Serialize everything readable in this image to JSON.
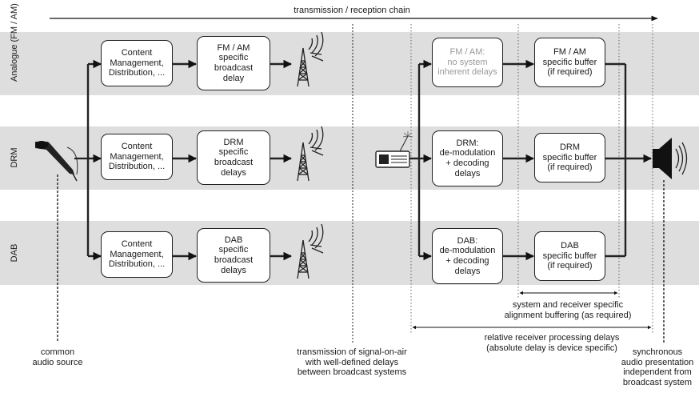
{
  "chain_label": "transmission / reception chain",
  "rows": [
    {
      "label": "Analogue\n(FM / AM)",
      "content_box": "Content\nManagement,\nDistribution, ...",
      "broadcast_box": "FM / AM\nspecific\nbroadcast\ndelay",
      "receiver_box": "FM / AM:\nno system\ninherent delays",
      "buffer_box": "FM / AM\nspecific buffer\n(if required)"
    },
    {
      "label": "DRM",
      "content_box": "Content\nManagement,\nDistribution, ...",
      "broadcast_box": "DRM\nspecific\nbroadcast\ndelays",
      "receiver_box": "DRM:\nde-modulation\n+ decoding\ndelays",
      "buffer_box": "DRM\nspecific buffer\n(if required)"
    },
    {
      "label": "DAB",
      "content_box": "Content\nManagement,\nDistribution, ...",
      "broadcast_box": "DAB\nspecific\nbroadcast\ndelays",
      "receiver_box": "DAB:\nde-modulation\n+ decoding\ndelays",
      "buffer_box": "DAB\nspecific buffer\n(if required)"
    }
  ],
  "annotations": {
    "alignment_buffering": "system and receiver specific\nalignment buffering (as required)",
    "processing_delays": "relative receiver processing delays\n(absolute delay is device specific)",
    "common_source": "common\naudio source",
    "transmission": "transmission of signal-on-air\nwith well-defined delays\nbetween broadcast systems",
    "synchronous": "synchronous\naudio presentation\nindependent from\nbroadcast system"
  }
}
